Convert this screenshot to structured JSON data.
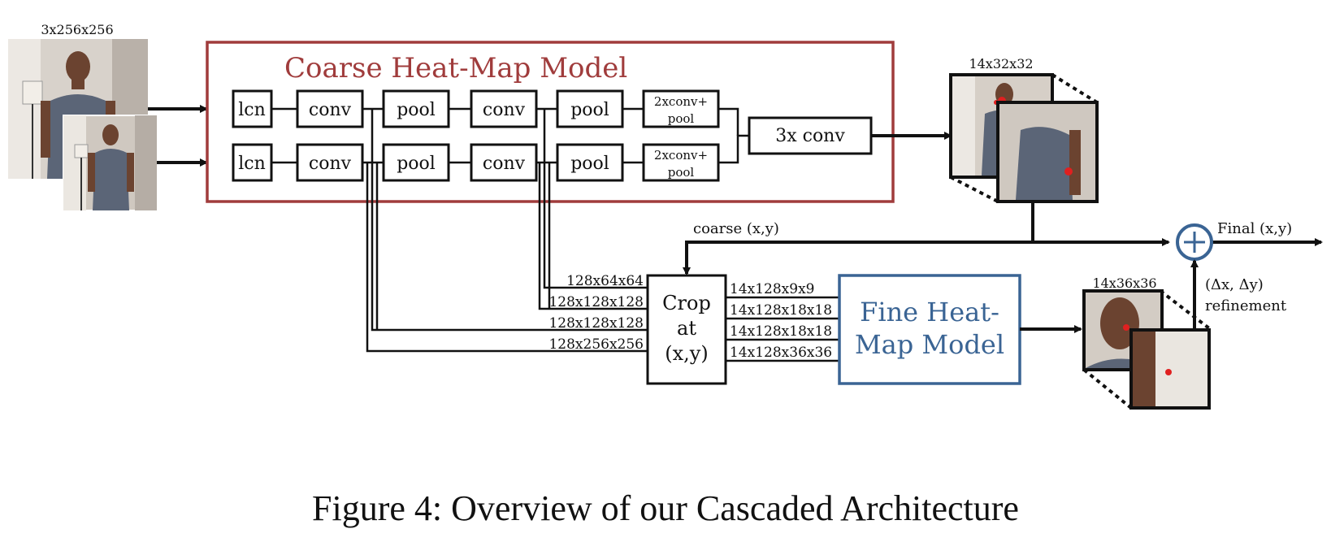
{
  "caption": "Figure 4: Overview of our Cascaded Architecture",
  "input": {
    "size_label": "3x256x256"
  },
  "coarse_model": {
    "title": "Coarse Heat-Map Model",
    "color": "#a03c3c",
    "top_row": [
      "lcn",
      "conv",
      "pool",
      "conv",
      "pool",
      "2xconv+",
      "pool"
    ],
    "bottom_row": [
      "lcn",
      "conv",
      "pool",
      "conv",
      "pool",
      "2xconv+",
      "pool"
    ],
    "merge_label": "3x conv"
  },
  "coarse_output": {
    "size_label": "14x32x32"
  },
  "coarse_xy_label": "coarse (x,y)",
  "crop": {
    "line1": "Crop",
    "line2": "at",
    "line3": "(x,y)"
  },
  "crop_inputs": [
    "128x64x64",
    "128x128x128",
    "128x128x128",
    "128x256x256"
  ],
  "crop_outputs": [
    "14x128x9x9",
    "14x128x18x18",
    "14x128x18x18",
    "14x128x36x36"
  ],
  "fine_model": {
    "line1": "Fine Heat-",
    "line2": "Map Model",
    "color": "#3a6494"
  },
  "fine_output": {
    "size_label": "14x36x36"
  },
  "refinement": {
    "line1": "(Δx, Δy)",
    "line2": "refinement"
  },
  "final_label": "Final (x,y)",
  "colors": {
    "sum_node": "#3a6494",
    "keypoint": "#e02020",
    "photo_wall": "#c9c2bb",
    "photo_shirt": "#5b6577",
    "photo_skin": "#6b4330"
  }
}
